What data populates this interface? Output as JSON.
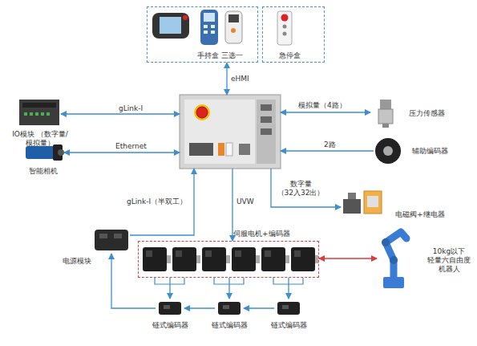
{
  "diagram": {
    "nodes": [
      {
        "text": [
          "手持盒 三选一"
        ]
      },
      {
        "text": [
          "急停盒"
        ]
      },
      {
        "text": [
          "IO模块 （数字量/模拟量）"
        ]
      },
      {
        "text": []
      },
      {
        "text": [
          "压力传感器"
        ]
      },
      {
        "text": [
          "智能相机"
        ]
      },
      {
        "text": [
          "辅助编码器"
        ]
      },
      {
        "text": [
          "电磁阀+继电器"
        ]
      },
      {
        "text": [
          "电源模块"
        ]
      },
      {
        "text": [
          "伺服电机+编码器"
        ]
      },
      {
        "text": [
          "10kg以下 轻量六自由度 机器人"
        ]
      },
      {
        "text": [
          "链式编码器"
        ]
      },
      {
        "text": [
          "链式编码器"
        ]
      },
      {
        "text": [
          "链式编码器"
        ]
      }
    ],
    "edges": [
      {
        "from": 0,
        "to": 3,
        "label": "eHMI",
        "arrow": "both"
      },
      {
        "from": 3,
        "to": 2,
        "label": "gLink-I",
        "arrow": "both"
      },
      {
        "from": 3,
        "to": 5,
        "label": "Ethernet",
        "arrow": "both"
      },
      {
        "from": 3,
        "to": 4,
        "label": "模拟量（4路）",
        "arrow": "both"
      },
      {
        "from": 6,
        "to": 3,
        "label": "2路",
        "arrow": "to"
      },
      {
        "from": 3,
        "to": 7,
        "label": "数字量（32入32出）",
        "arrow": "to"
      },
      {
        "from": 3,
        "to": 9,
        "label": "UVW",
        "arrow": "to"
      },
      {
        "from": 8,
        "to": 3,
        "label": "gLink-I（半双工）",
        "arrow": "to"
      },
      {
        "from": 9,
        "to": 10,
        "arrow": "both"
      },
      {
        "from": 9,
        "to": 11,
        "arrow": "to"
      },
      {
        "from": 9,
        "to": 12,
        "arrow": "to"
      },
      {
        "from": 9,
        "to": 13,
        "arrow": "to"
      },
      {
        "from": 13,
        "to": 12,
        "arrow": "to"
      },
      {
        "from": 12,
        "to": 11,
        "arrow": "to"
      },
      {
        "from": 11,
        "to": 8,
        "arrow": "to"
      }
    ]
  }
}
